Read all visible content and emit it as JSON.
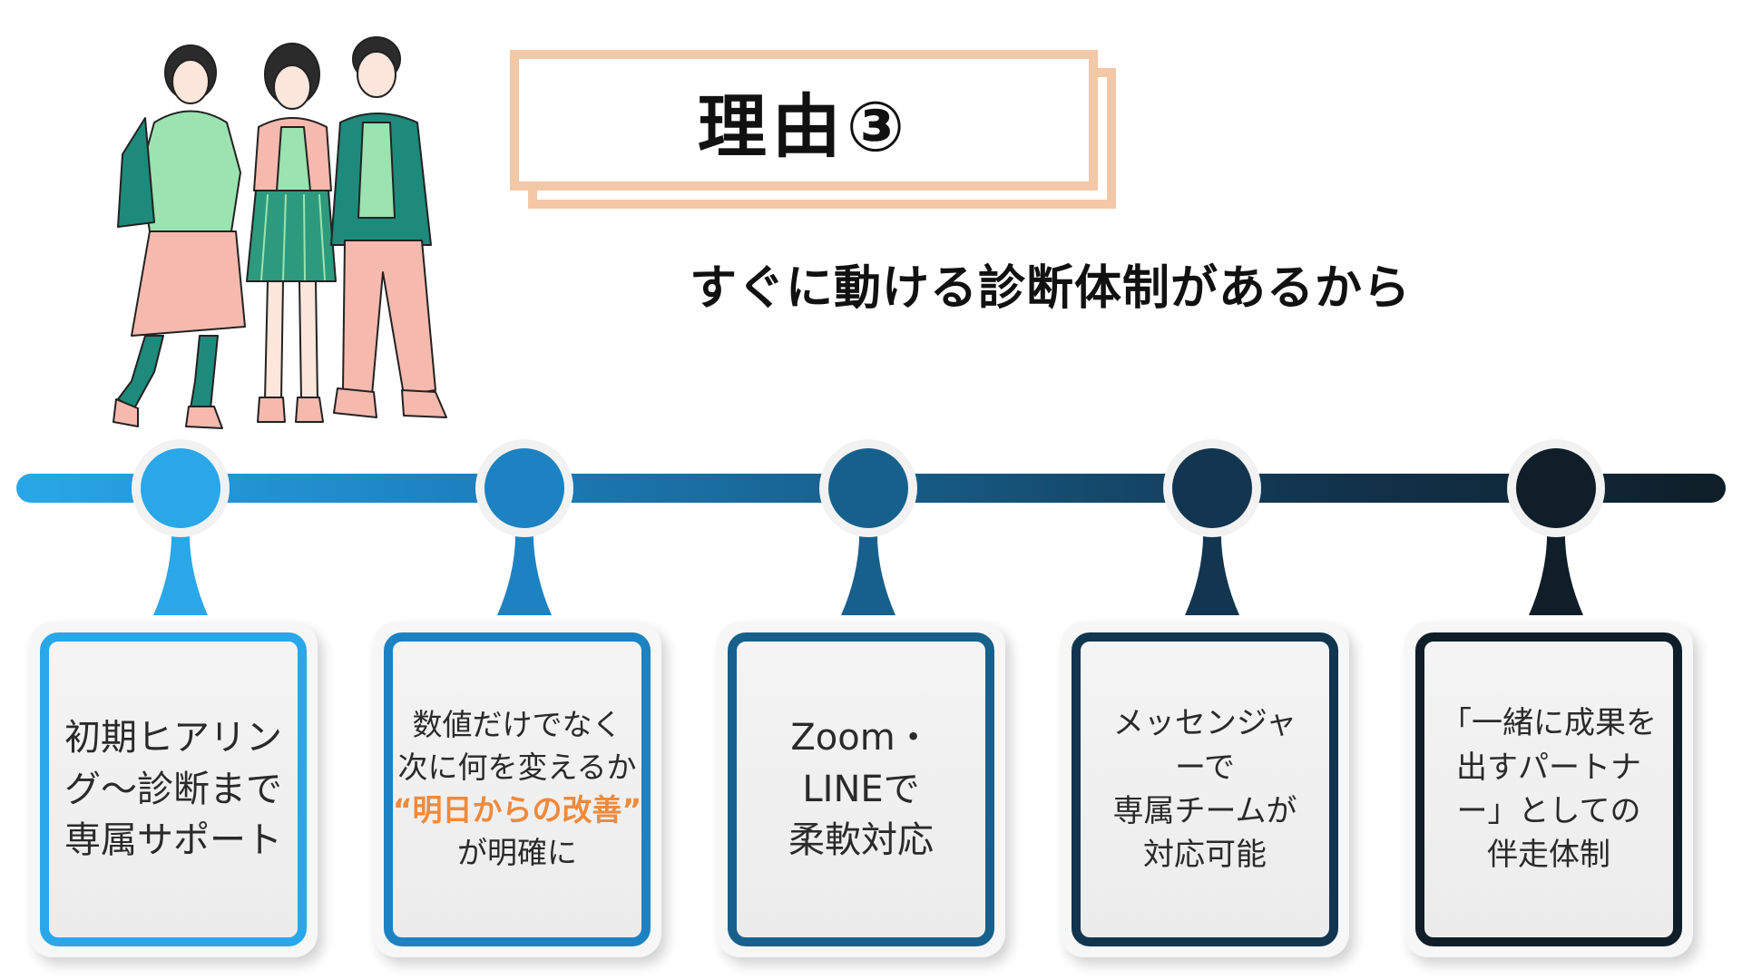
{
  "title": "理由③",
  "subtitle": "すぐに動ける診断体制があるから",
  "colors": {
    "title_frame": "#f3c8a6",
    "accent_text": "#ef8a3c",
    "step_colors": [
      "#2aa7e8",
      "#1d82c2",
      "#17608c",
      "#123550",
      "#0f1e28"
    ]
  },
  "steps": [
    {
      "lines": [
        "初期ヒアリン",
        "グ〜診断まで",
        "専属サポート"
      ]
    },
    {
      "lines": [
        "数値だけでなく",
        "次に何を変えるか",
        "“明日からの改善”",
        "が明確に"
      ]
    },
    {
      "lines": [
        "Zoom・",
        "LINEで",
        "柔軟対応"
      ]
    },
    {
      "lines": [
        "メッセンジャ",
        "ーで",
        "専属チームが",
        "対応可能"
      ]
    },
    {
      "lines": [
        "「一緒に成果を",
        "出すパートナ",
        "ー」としての",
        "伴走体制"
      ]
    }
  ]
}
